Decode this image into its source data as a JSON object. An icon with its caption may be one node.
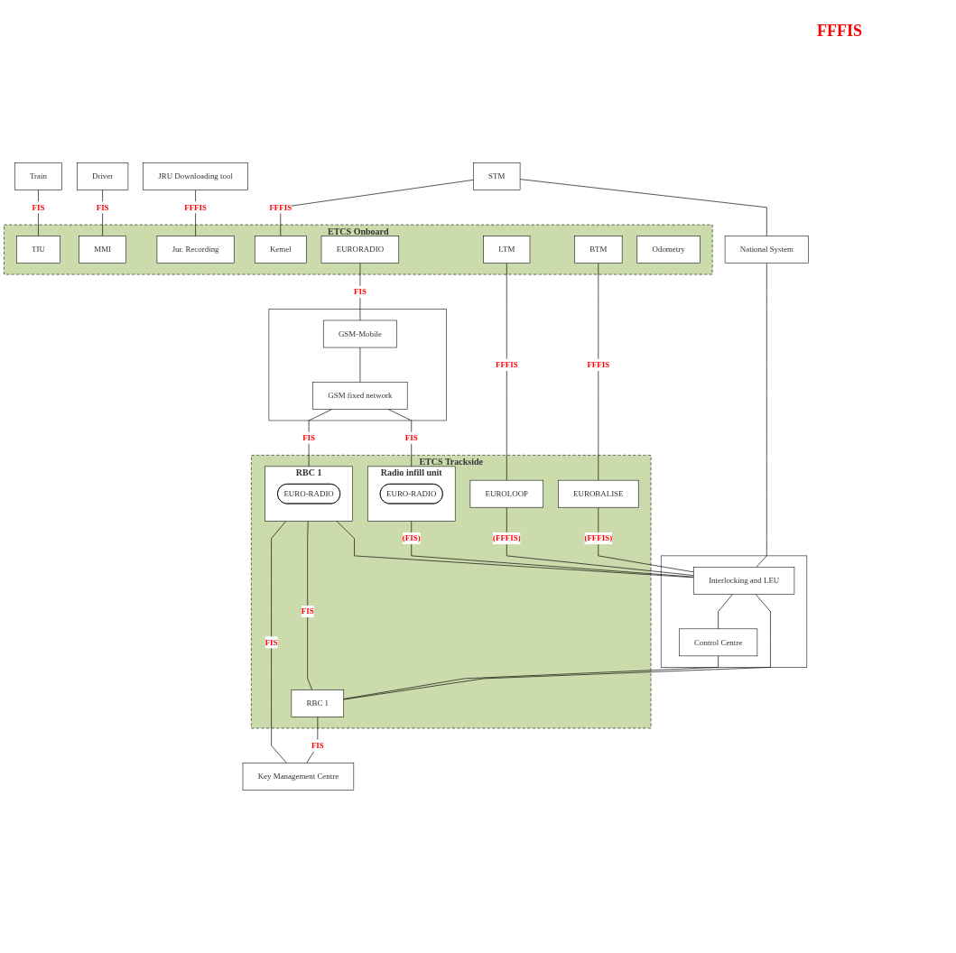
{
  "diagram": {
    "nodes": [
      {
        "text": [
          "Train"
        ]
      },
      {
        "text": [
          "Driver"
        ]
      },
      {
        "text": [
          "JRU Downloading tool"
        ]
      },
      {
        "text": [
          "ETCS Onboard"
        ]
      },
      {
        "text": [
          "TIU"
        ],
        "in": 3
      },
      {
        "text": [
          "MMI"
        ],
        "in": 3
      },
      {
        "text": [
          "Jur. Recording"
        ],
        "in": 3
      },
      {
        "text": [
          "Kemel"
        ],
        "in": 3
      },
      {
        "text": [
          "BTM"
        ],
        "in": 3
      },
      {
        "text": [
          "LTM"
        ],
        "in": 3
      },
      {
        "text": [
          "EURORADIO"
        ],
        "in": 3
      },
      {
        "text": [
          "Odometry"
        ],
        "in": 3
      },
      {
        "text": [
          "STM"
        ]
      },
      {
        "text": [],
        "shape": "box"
      },
      {
        "text": [
          "GSM-Mobile"
        ],
        "in": 13
      },
      {
        "text": [
          "GSM fixed network"
        ],
        "in": 13
      },
      {
        "text": [
          "National System"
        ]
      },
      {
        "text": [
          "ETCS Trackside"
        ]
      },
      {
        "text": [
          "EUROBALISE"
        ],
        "in": 17
      },
      {
        "text": [
          "EUROLOOP"
        ],
        "in": 17
      },
      {
        "text": [
          "Radio infill unit"
        ],
        "in": 17
      },
      {
        "text": [
          "EURO-RADIO"
        ],
        "in": 20
      },
      {
        "text": [
          "RBC 1"
        ],
        "in": 17
      },
      {
        "text": [
          "EURO-RADIO"
        ],
        "in": 22
      },
      {
        "text": [],
        "shape": "box"
      },
      {
        "text": [
          "Interlocking and LEU"
        ],
        "in": 24
      },
      {
        "text": [
          "Control Centre"
        ],
        "in": 24
      },
      {
        "text": [
          "RBC 1"
        ],
        "in": 17
      },
      {
        "text": [
          "Key Management Centre"
        ]
      }
    ],
    "edges": [
      {
        "from": 0,
        "to": 4,
        "arrow": "none",
        "label": "FIS"
      },
      {
        "from": 1,
        "to": 5,
        "arrow": "none",
        "label": "FIS"
      },
      {
        "from": 2,
        "to": 6,
        "arrow": "none",
        "label": "FFFIS"
      },
      {
        "from": 12,
        "to": 7,
        "arrow": "none",
        "label": "FFFIS"
      },
      {
        "from": 12,
        "to": 16,
        "arrow": "none"
      },
      {
        "from": 8,
        "to": 18,
        "arrow": "none",
        "label": "FFFIS"
      },
      {
        "from": 9,
        "to": 19,
        "arrow": "none",
        "label": "FFFIS"
      },
      {
        "from": 10,
        "to": 14,
        "arrow": "none",
        "label": "FIS"
      },
      {
        "from": 14,
        "to": 15,
        "arrow": "none"
      },
      {
        "from": 15,
        "to": 20,
        "arrow": "none",
        "label": "FIS"
      },
      {
        "from": 15,
        "to": 22,
        "arrow": "none",
        "label": "FIS"
      },
      {
        "from": 22,
        "to": 28,
        "arrow": "none",
        "label": "FIS"
      },
      {
        "from": 22,
        "to": 27,
        "arrow": "none",
        "label": "FIS"
      },
      {
        "from": 27,
        "to": 28,
        "arrow": "none",
        "label": "FIS"
      },
      {
        "from": 18,
        "to": 25,
        "arrow": "none",
        "label": "(FFFIS)"
      },
      {
        "from": 19,
        "to": 25,
        "arrow": "none",
        "label": "(FFFIS)"
      },
      {
        "from": 20,
        "to": 25,
        "arrow": "none",
        "label": "(FIS)"
      },
      {
        "from": 22,
        "to": 25,
        "arrow": "none"
      },
      {
        "from": 16,
        "to": 25,
        "arrow": "none"
      },
      {
        "from": 25,
        "to": 27,
        "arrow": "none"
      },
      {
        "from": 25,
        "to": 26,
        "arrow": "none"
      },
      {
        "from": 26,
        "to": 27,
        "arrow": "none"
      }
    ],
    "labels": [
      "FFFIS"
    ]
  }
}
